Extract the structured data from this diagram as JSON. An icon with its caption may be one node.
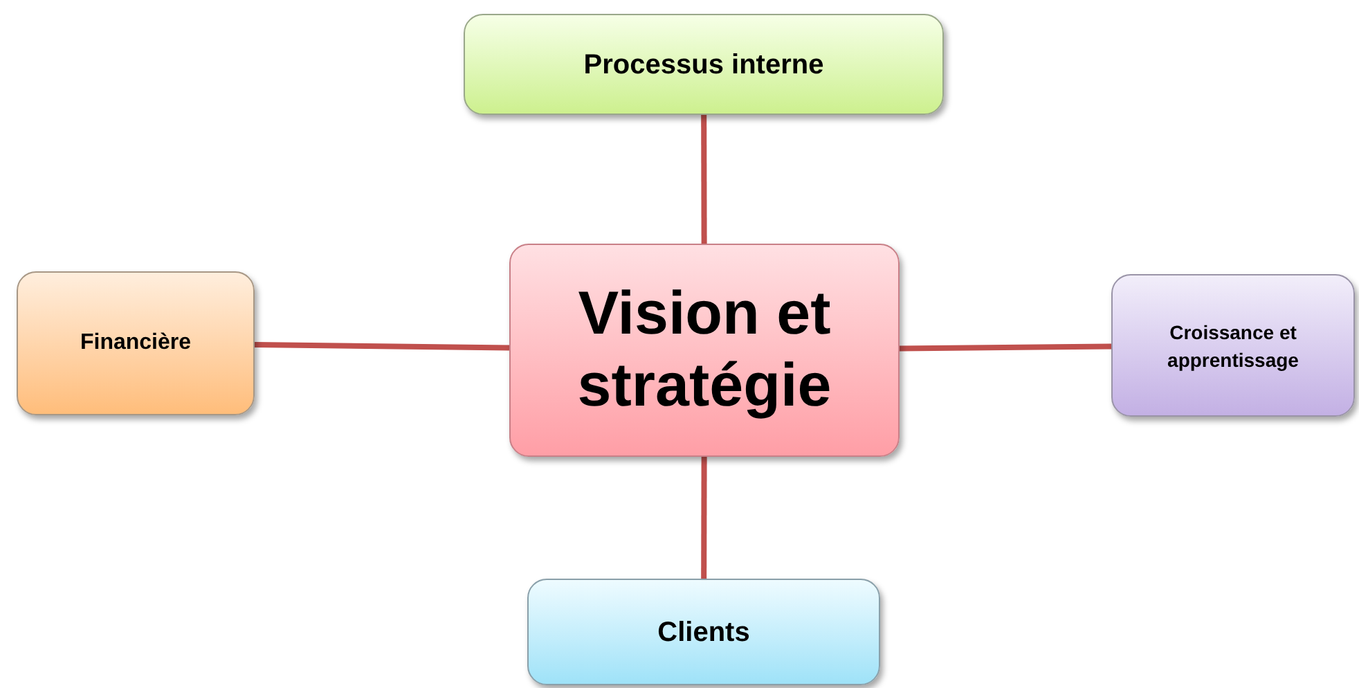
{
  "diagram": {
    "nodes": [
      {
        "text": [
          "Vision et stratégie"
        ]
      },
      {
        "text": [
          "Processus interne"
        ]
      },
      {
        "text": [
          "Financière"
        ]
      },
      {
        "text": [
          "Croissance et apprentissage"
        ]
      },
      {
        "text": [
          "Clients"
        ]
      }
    ],
    "edges": [
      {
        "from": 0,
        "to": 1,
        "arrow": "none"
      },
      {
        "from": 0,
        "to": 2,
        "arrow": "none"
      },
      {
        "from": 0,
        "to": 3,
        "arrow": "none"
      },
      {
        "from": 0,
        "to": 4,
        "arrow": "none"
      }
    ]
  }
}
